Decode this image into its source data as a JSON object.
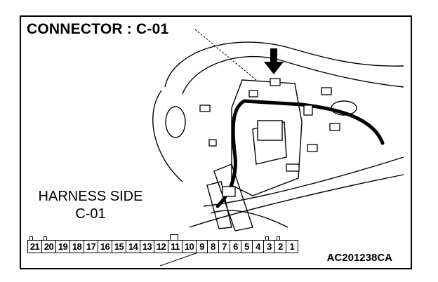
{
  "diagram": {
    "title": "CONNECTOR : C-01",
    "harness_side_label": "HARNESS SIDE",
    "harness_connector_id": "C-01",
    "figure_code": "AC201238CA",
    "pins": [
      "21",
      "20",
      "19",
      "18",
      "17",
      "16",
      "15",
      "14",
      "13",
      "12",
      "11",
      "10",
      "9",
      "8",
      "7",
      "6",
      "5",
      "4",
      "3",
      "2",
      "1"
    ]
  }
}
